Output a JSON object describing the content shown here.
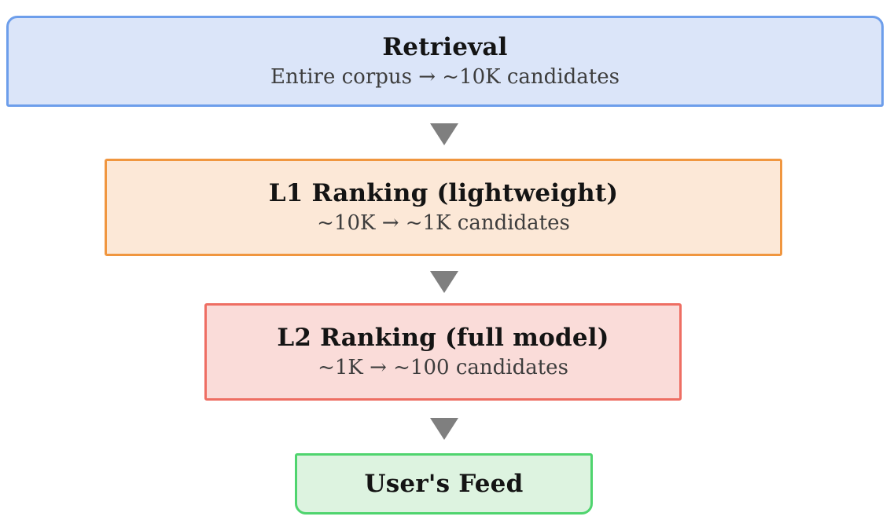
{
  "canvas": {
    "background": "#ffffff"
  },
  "diagram": {
    "stages": [
      {
        "title": "Retrieval",
        "subtitle": "Entire corpus → ~10K candidates",
        "fill": "#dbe5f9",
        "border": "#6d9eeb"
      },
      {
        "title": "L1 Ranking (lightweight)",
        "subtitle": "~10K → ~1K candidates",
        "fill": "#fce8d7",
        "border": "#f0963f"
      },
      {
        "title": "L2 Ranking (full model)",
        "subtitle": "~1K → ~100 candidates",
        "fill": "#fadcd9",
        "border": "#ee6e63"
      },
      {
        "title": "User's Feed",
        "fill": "#ddf3e0",
        "border": "#4fd46e"
      }
    ],
    "connector": {
      "icon": "down-triangle",
      "color": "#7f7f7f"
    },
    "text_colors": {
      "title": "#141414",
      "subtitle": "#3d3d3d"
    }
  }
}
